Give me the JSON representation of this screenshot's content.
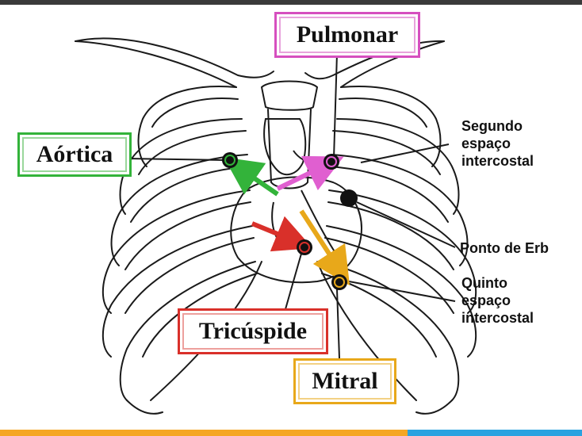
{
  "labels": {
    "pulmonar": "Pulmonar",
    "aortica": "Aórtica",
    "tricuspide": "Tricúspide",
    "mitral": "Mitral"
  },
  "notes": {
    "segundo_line1": "Segundo",
    "segundo_line2": "espaço",
    "segundo_line3": "intercostal",
    "ponto_erb": "Ponto de Erb",
    "quinto_line1": "Quinto",
    "quinto_line2": "espaço",
    "quinto_line3": "intercostal"
  },
  "colors": {
    "pulmonar": "#d64fbf",
    "aortica": "#33b33a",
    "tricuspide": "#d9302a",
    "mitral": "#e8a81a",
    "ink": "#1a1a1a"
  }
}
